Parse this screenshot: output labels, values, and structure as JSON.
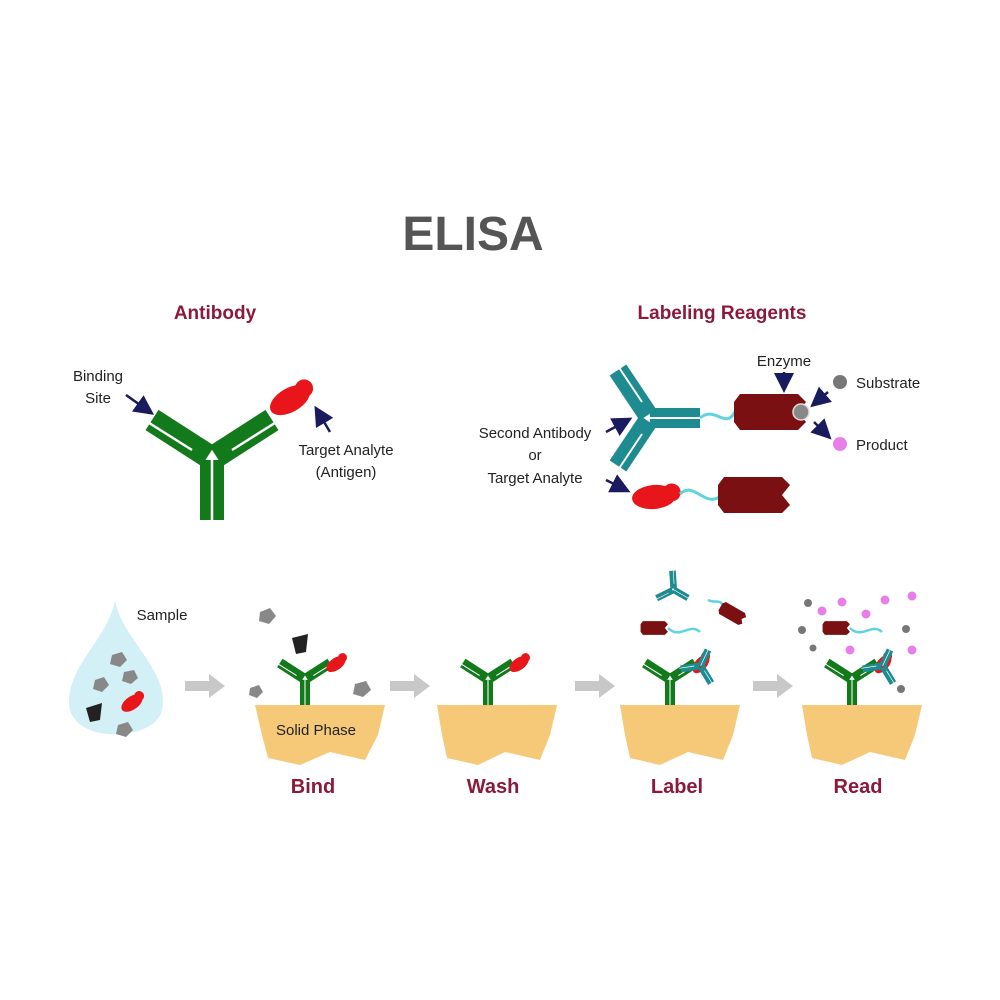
{
  "title": "ELISA",
  "antibody_section": {
    "heading": "Antibody",
    "binding_site_line1": "Binding",
    "binding_site_line2": "Site",
    "target_line1": "Target Analyte",
    "target_line2": "(Antigen)"
  },
  "labeling_section": {
    "heading": "Labeling Reagents",
    "enzyme": "Enzyme",
    "substrate": "Substrate",
    "product": "Product",
    "second_antibody": "Second Antibody",
    "or": "or",
    "target_analyte": "Target Analyte"
  },
  "process": {
    "sample": "Sample",
    "solid_phase": "Solid Phase",
    "steps": [
      "Bind",
      "Wash",
      "Label",
      "Read"
    ]
  },
  "colors": {
    "antibody": "#137a1c",
    "antigen": "#e8161b",
    "second_antibody": "#1d8b8f",
    "enzyme": "#7a1012",
    "linker": "#5fd3e2",
    "substrate": "#777777",
    "product": "#e87ee8",
    "solid_phase": "#f6c979",
    "heading": "#8b1a3a"
  }
}
